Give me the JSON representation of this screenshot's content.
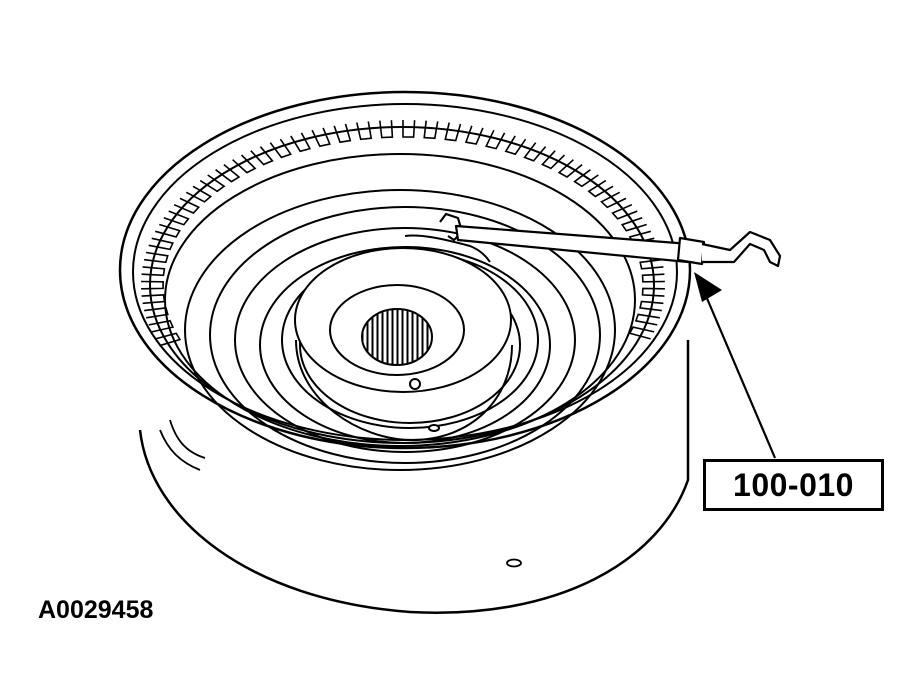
{
  "figure": {
    "id_label": "A0029458"
  },
  "callout": {
    "tool_number": "100-010"
  },
  "parts": {
    "drum": "clutch-drum",
    "hub": "splined-hub",
    "tool": "pick-tool"
  },
  "colors": {
    "line": "#000000",
    "background": "#ffffff"
  }
}
